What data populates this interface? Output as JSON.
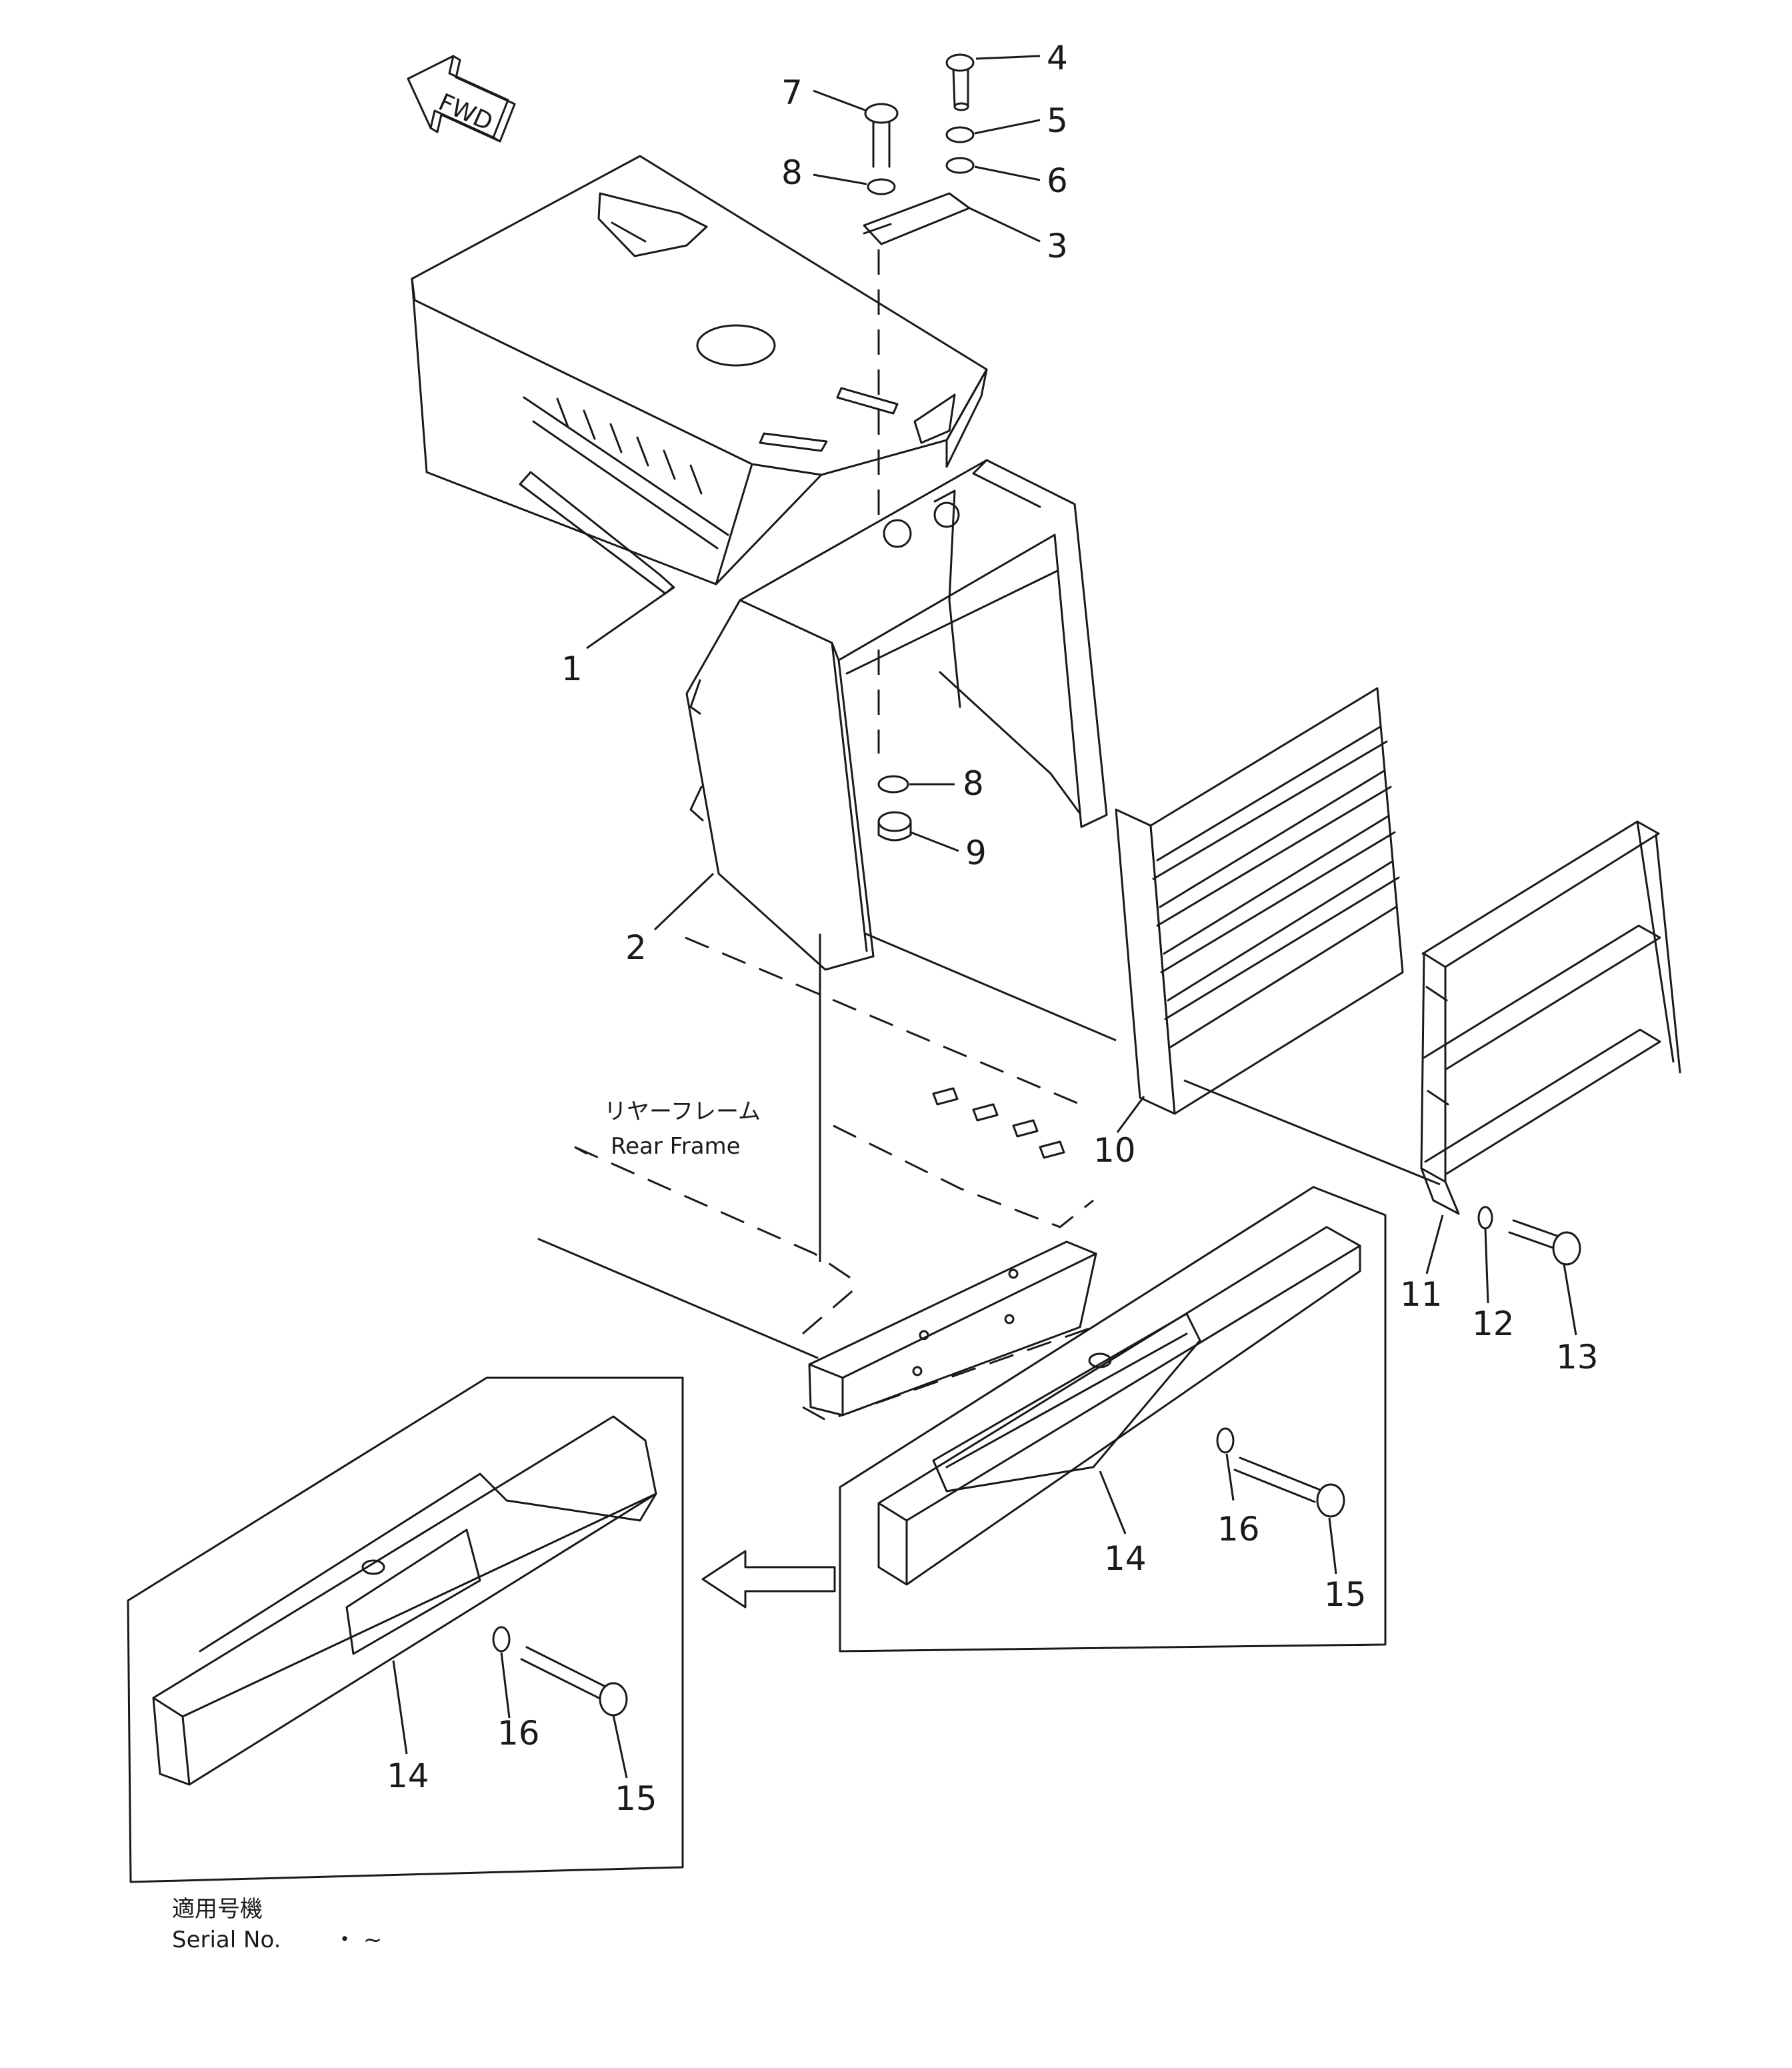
{
  "fwd_label": "FWD",
  "rear_frame": {
    "label_jp": "リヤーフレーム",
    "label_en": "Rear Frame"
  },
  "serial": {
    "label_jp": "適用号機",
    "label_en": "Serial No.",
    "range": "・ ~"
  },
  "callouts": [
    {
      "id": "c1",
      "text": "1"
    },
    {
      "id": "c2",
      "text": "2"
    },
    {
      "id": "c3",
      "text": "3"
    },
    {
      "id": "c4",
      "text": "4"
    },
    {
      "id": "c5",
      "text": "5"
    },
    {
      "id": "c6",
      "text": "6"
    },
    {
      "id": "c7",
      "text": "7"
    },
    {
      "id": "c8a",
      "text": "8"
    },
    {
      "id": "c8b",
      "text": "8"
    },
    {
      "id": "c9",
      "text": "9"
    },
    {
      "id": "c10",
      "text": "10"
    },
    {
      "id": "c11",
      "text": "11"
    },
    {
      "id": "c12",
      "text": "12"
    },
    {
      "id": "c13",
      "text": "13"
    },
    {
      "id": "c14a",
      "text": "14"
    },
    {
      "id": "c15a",
      "text": "15"
    },
    {
      "id": "c16a",
      "text": "16"
    },
    {
      "id": "c14b",
      "text": "14"
    },
    {
      "id": "c15b",
      "text": "15"
    },
    {
      "id": "c16b",
      "text": "16"
    }
  ]
}
